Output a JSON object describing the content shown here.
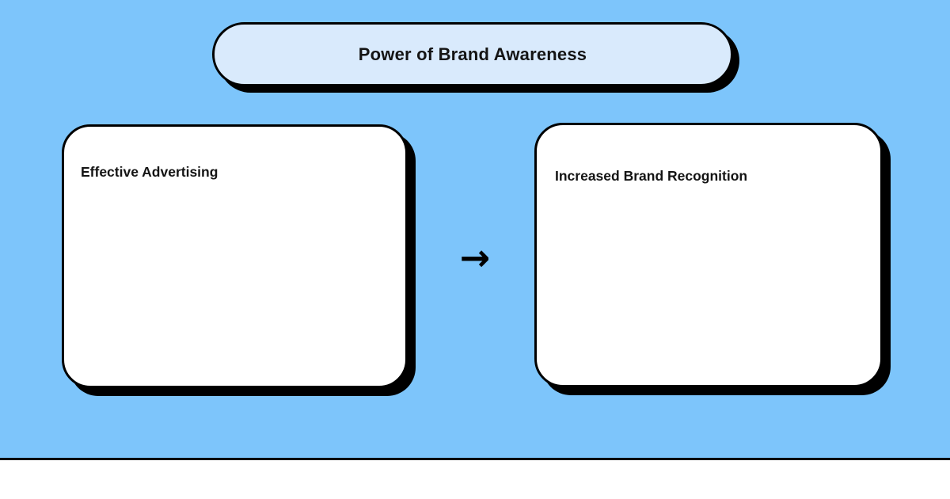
{
  "header": {
    "title": "Power of Brand Awareness"
  },
  "diagram": {
    "cards": [
      {
        "label": "Effective Advertising"
      },
      {
        "label": "Increased Brand Recognition"
      }
    ],
    "arrow_icon": "→"
  },
  "colors": {
    "background_blue": "#7dc5fb",
    "banner_fill": "#d9eafc",
    "card_fill": "#ffffff",
    "outline_and_shadow": "#000000",
    "text": "#141414",
    "footer_strip": "#ffffff"
  }
}
